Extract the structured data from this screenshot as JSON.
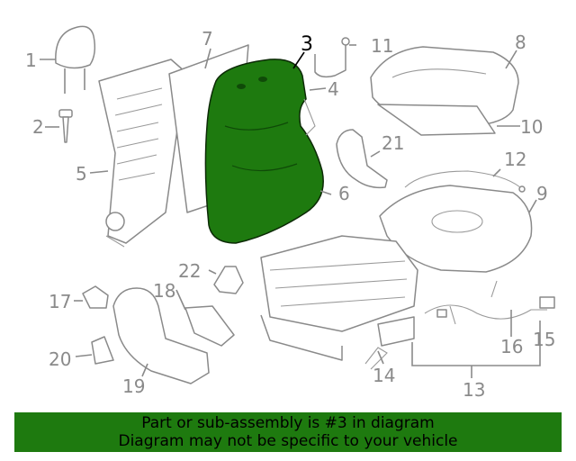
{
  "diagram": {
    "highlight_color": "#1e7a0f",
    "highlighted_part": "3",
    "callouts": [
      "1",
      "2",
      "3",
      "4",
      "5",
      "6",
      "7",
      "8",
      "9",
      "10",
      "11",
      "12",
      "13",
      "14",
      "15",
      "16",
      "17",
      "18",
      "19",
      "20",
      "21",
      "22"
    ]
  },
  "footer": {
    "background": "#1e7a0f",
    "line1": "Part or sub-assembly is #3 in diagram",
    "line2": "Diagram may not be specific to your vehicle"
  }
}
